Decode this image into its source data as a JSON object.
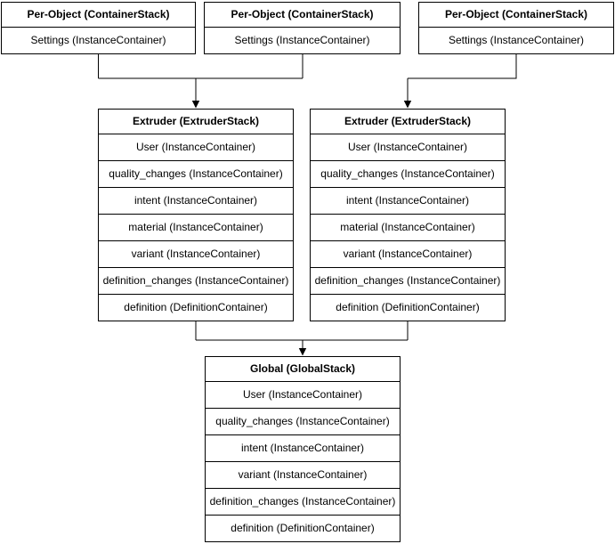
{
  "colors": {
    "border": "#000000",
    "background": "#ffffff",
    "text": "#000000",
    "arrow": "#000000"
  },
  "boxes": {
    "per_object": [
      {
        "title": "Per-Object (ContainerStack)",
        "rows": [
          "Settings (InstanceContainer)"
        ]
      },
      {
        "title": "Per-Object (ContainerStack)",
        "rows": [
          "Settings (InstanceContainer)"
        ]
      },
      {
        "title": "Per-Object (ContainerStack)",
        "rows": [
          "Settings (InstanceContainer)"
        ]
      }
    ],
    "extruders": [
      {
        "title": "Extruder (ExtruderStack)",
        "rows": [
          "User (InstanceContainer)",
          "quality_changes (InstanceContainer)",
          "intent (InstanceContainer)",
          "material (InstanceContainer)",
          "variant (InstanceContainer)",
          "definition_changes (InstanceContainer)",
          "definition (DefinitionContainer)"
        ]
      },
      {
        "title": "Extruder (ExtruderStack)",
        "rows": [
          "User (InstanceContainer)",
          "quality_changes (InstanceContainer)",
          "intent (InstanceContainer)",
          "material (InstanceContainer)",
          "variant (InstanceContainer)",
          "definition_changes (InstanceContainer)",
          "definition (DefinitionContainer)"
        ]
      }
    ],
    "global": {
      "title": "Global (GlobalStack)",
      "rows": [
        "User (InstanceContainer)",
        "quality_changes (InstanceContainer)",
        "intent (InstanceContainer)",
        "variant (InstanceContainer)",
        "definition_changes (InstanceContainer)",
        "definition (DefinitionContainer)"
      ]
    }
  }
}
